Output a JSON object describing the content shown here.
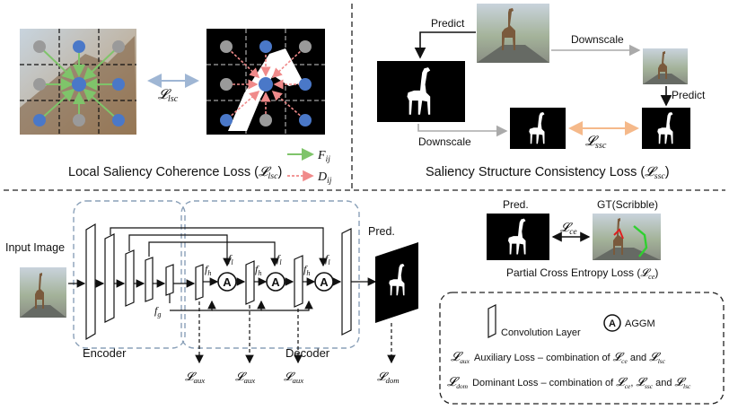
{
  "colors": {
    "fij_arrow": "#7fc46a",
    "dij_arrow": "#f08a8a",
    "lsc_arrow": "#9fb6d4",
    "lssc_arrow": "#f5b98a",
    "dot_blue": "#4a78c8",
    "dot_gray": "#9a9a9a",
    "dashed_group": "#8aa0b8",
    "scribble_red": "#e02020",
    "scribble_green": "#30d030"
  },
  "top_left": {
    "lsc_symbol": "𝓛",
    "lsc_sub": "lsc",
    "legend_f": "F",
    "legend_f_sub": "ij",
    "legend_d": "D",
    "legend_d_sub": "ij",
    "caption_text": "Local Saliency Coherence Loss (",
    "caption_sym": "𝓛",
    "caption_sub": "lsc",
    "caption_close": ")"
  },
  "top_right": {
    "predict_top": "Predict",
    "downscale_top": "Downscale",
    "predict_right": "Predict",
    "downscale_bottom": "Downscale",
    "ssc_symbol": "𝓛",
    "ssc_sub": "ssc",
    "caption_text": "Saliency Structure Consistency Loss (",
    "caption_sym": "𝓛",
    "caption_sub": "ssc",
    "caption_close": ")"
  },
  "network": {
    "input_label": "Input Image",
    "encoder_label": "Encoder",
    "decoder_label": "Decoder",
    "pred_label": "Pred.",
    "fg_label": "f",
    "fg_sub": "g",
    "fh_label": "f",
    "fh_sub": "h",
    "fl_label": "f",
    "fl_sub": "l",
    "aggm_glyph": "A",
    "aux_symbol": "𝓛",
    "aux_sub": "aux",
    "dom_symbol": "𝓛",
    "dom_sub": "dom"
  },
  "pce": {
    "pred_label": "Pred.",
    "gt_label": "GT(Scribble)",
    "ce_symbol": "𝓛",
    "ce_sub": "ce",
    "caption_text": "Partial Cross Entropy Loss (",
    "caption_sym": "𝓛",
    "caption_sub": "ce",
    "caption_close": ")"
  },
  "legend": {
    "conv_label": "Convolution Layer",
    "aggm_label": "AGGM",
    "aggm_glyph": "A",
    "aux_sym": "𝓛",
    "aux_sub": "aux",
    "aux_desc": "Auxiliary Loss – combination of ",
    "aux_c1": "𝓛",
    "aux_c1_sub": "ce",
    "aux_and": " and ",
    "aux_c2": "𝓛",
    "aux_c2_sub": "lsc",
    "dom_sym": "𝓛",
    "dom_sub": "dom",
    "dom_desc": "Dominant Loss – combination of ",
    "dom_c1": "𝓛",
    "dom_c1_sub": "ce",
    "dom_sep": ", ",
    "dom_c2": "𝓛",
    "dom_c2_sub": "ssc",
    "dom_and": " and ",
    "dom_c3": "𝓛",
    "dom_c3_sub": "lsc"
  }
}
